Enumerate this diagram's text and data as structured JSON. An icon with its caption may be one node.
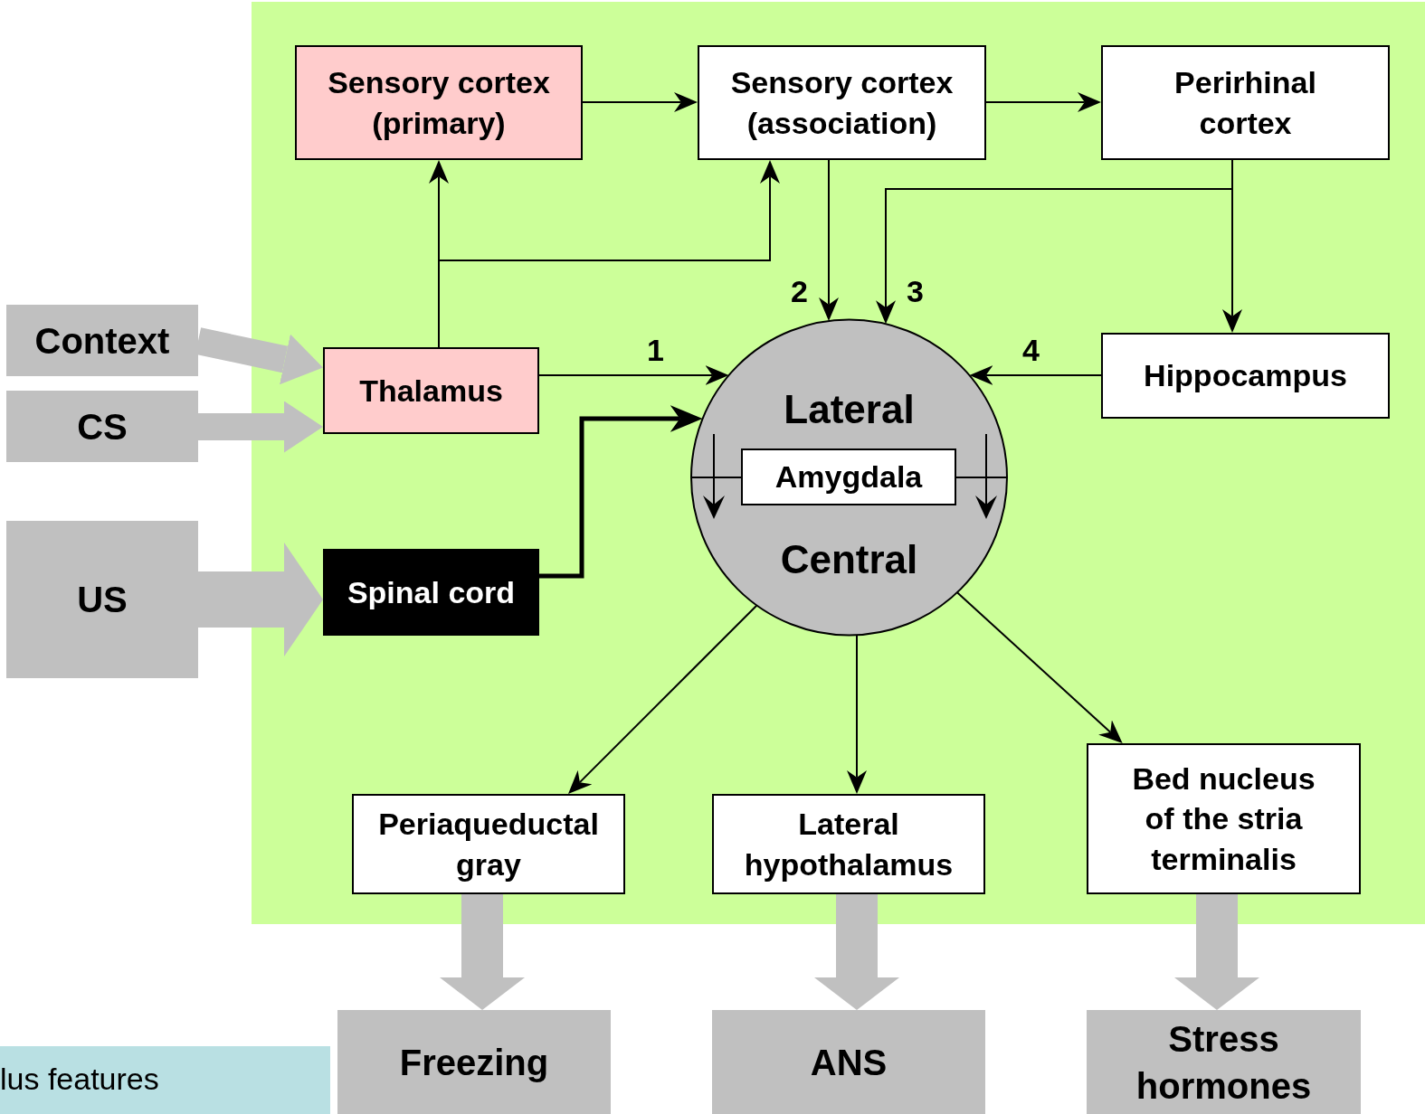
{
  "diagram": {
    "nodes": [
      {
        "text": [
          "Sensory cortex (primary)"
        ]
      },
      {
        "text": [
          "Sensory cortex (association)"
        ]
      },
      {
        "text": [
          "Perirhinal cortex"
        ]
      },
      {
        "text": [
          "Context"
        ]
      },
      {
        "text": [
          "CS"
        ]
      },
      {
        "text": [
          "US"
        ]
      },
      {
        "text": [
          "Thalamus"
        ]
      },
      {
        "text": [
          "Spinal cord"
        ]
      },
      {
        "text": [
          "Lateral",
          "Central"
        ]
      },
      {
        "text": [
          "Amygdala"
        ],
        "in": 8
      },
      {
        "text": [
          "Hippocampus"
        ]
      },
      {
        "text": [
          "Periaqueductal gray"
        ]
      },
      {
        "text": [
          "Lateral hypothalamus"
        ]
      },
      {
        "text": [
          "Bed nucleus of the stria terminalis"
        ]
      },
      {
        "text": [
          "Freezing"
        ]
      },
      {
        "text": [
          "ANS"
        ]
      },
      {
        "text": [
          "Stress hormones"
        ]
      },
      {
        "text": [
          "lus features"
        ]
      }
    ],
    "edges": [
      {
        "from": 0,
        "to": 1,
        "arrow": "to"
      },
      {
        "from": 1,
        "to": 2,
        "arrow": "to"
      },
      {
        "from": 3,
        "to": 6,
        "arrow": "to",
        "style": "thick",
        "color": "#c0c0c0"
      },
      {
        "from": 4,
        "to": 6,
        "arrow": "to",
        "style": "thick",
        "color": "#c0c0c0"
      },
      {
        "from": 5,
        "to": 7,
        "arrow": "to",
        "style": "thick",
        "color": "#c0c0c0"
      },
      {
        "from": 6,
        "to": 0,
        "arrow": "to"
      },
      {
        "from": 6,
        "to": 1,
        "arrow": "to"
      },
      {
        "from": 6,
        "to": 8,
        "arrow": "to",
        "label": "1"
      },
      {
        "from": 7,
        "to": 8,
        "arrow": "to",
        "style": "thick"
      },
      {
        "from": 1,
        "to": 8,
        "arrow": "to",
        "label": "2"
      },
      {
        "from": 2,
        "to": 8,
        "arrow": "to",
        "label": "3"
      },
      {
        "from": 2,
        "to": 10,
        "arrow": "to"
      },
      {
        "from": 10,
        "to": 8,
        "arrow": "to",
        "label": "4"
      },
      {
        "from": 8,
        "to": 11,
        "arrow": "to"
      },
      {
        "from": 8,
        "to": 12,
        "arrow": "to"
      },
      {
        "from": 8,
        "to": 13,
        "arrow": "to"
      },
      {
        "from": 11,
        "to": 14,
        "arrow": "to",
        "style": "thick",
        "color": "#c0c0c0"
      },
      {
        "from": 12,
        "to": 15,
        "arrow": "to",
        "style": "thick",
        "color": "#c0c0c0"
      },
      {
        "from": 13,
        "to": 16,
        "arrow": "to",
        "style": "thick",
        "color": "#c0c0c0"
      }
    ]
  }
}
